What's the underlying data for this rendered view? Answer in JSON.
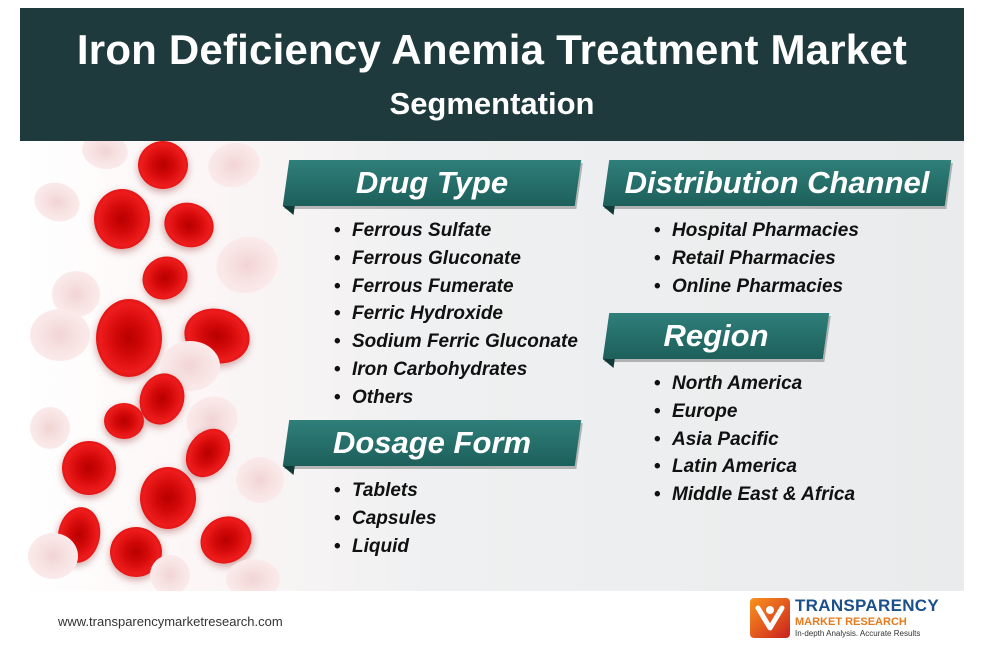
{
  "header": {
    "title": "Iron Deficiency Anemia Treatment Market",
    "subtitle": "Segmentation"
  },
  "segments": {
    "drug_type": {
      "heading": "Drug Type",
      "items": [
        "Ferrous Sulfate",
        "Ferrous Gluconate",
        "Ferrous Fumerate",
        "Ferric Hydroxide",
        "Sodium Ferric Gluconate",
        "Iron Carbohydrates",
        "Others"
      ]
    },
    "dosage_form": {
      "heading": "Dosage Form",
      "items": [
        "Tablets",
        "Capsules",
        "Liquid"
      ]
    },
    "distribution_channel": {
      "heading": "Distribution Channel",
      "items": [
        "Hospital Pharmacies",
        "Retail Pharmacies",
        "Online Pharmacies"
      ]
    },
    "region": {
      "heading": "Region",
      "items": [
        "North America",
        "Europe",
        "Asia Pacific",
        "Latin America",
        "Middle East & Africa"
      ]
    }
  },
  "bullet_char": "•",
  "footer": {
    "url": "www.transparencymarketresearch.com"
  },
  "logo": {
    "name": "TRANSPARENCY",
    "sub": "MARKET RESEARCH",
    "tagline": "In-depth Analysis. Accurate Results"
  },
  "colors": {
    "header_bg": "#1f3a3d",
    "banner": "#2f7f7a",
    "blood_cell": "#e31b1b"
  },
  "illustration": {
    "subject": "red blood cells",
    "icon": "blood-cell-icon"
  }
}
